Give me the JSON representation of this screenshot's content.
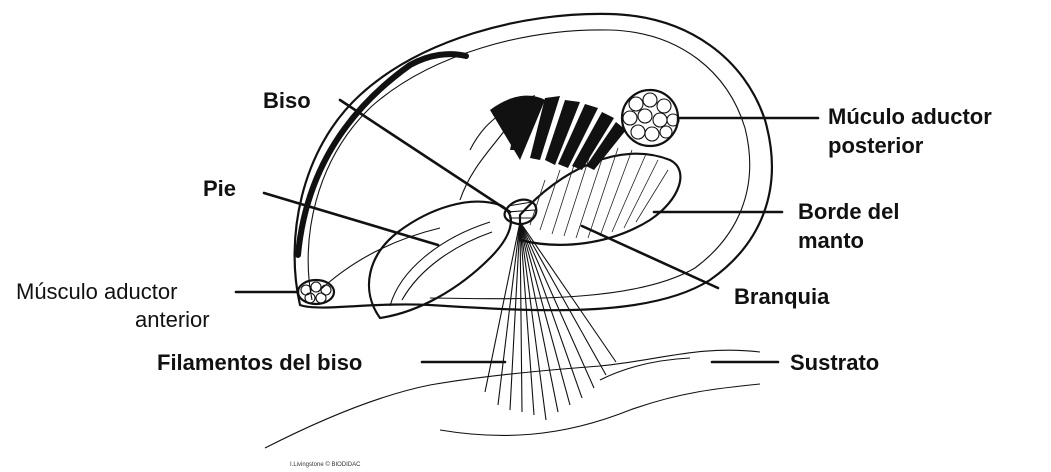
{
  "labels": {
    "biso": "Biso",
    "pie": "Pie",
    "musculo_anterior_1": "Músculo aductor",
    "musculo_anterior_2": "anterior",
    "filamentos": "Filamentos del biso",
    "musculo_posterior_1": "Múculo aductor",
    "musculo_posterior_2": "posterior",
    "borde_1": "Borde del",
    "borde_2": "manto",
    "branquia": "Branquia",
    "sustrato": "Sustrato"
  },
  "credit": "I.Livingstone © BIODIDAC"
}
